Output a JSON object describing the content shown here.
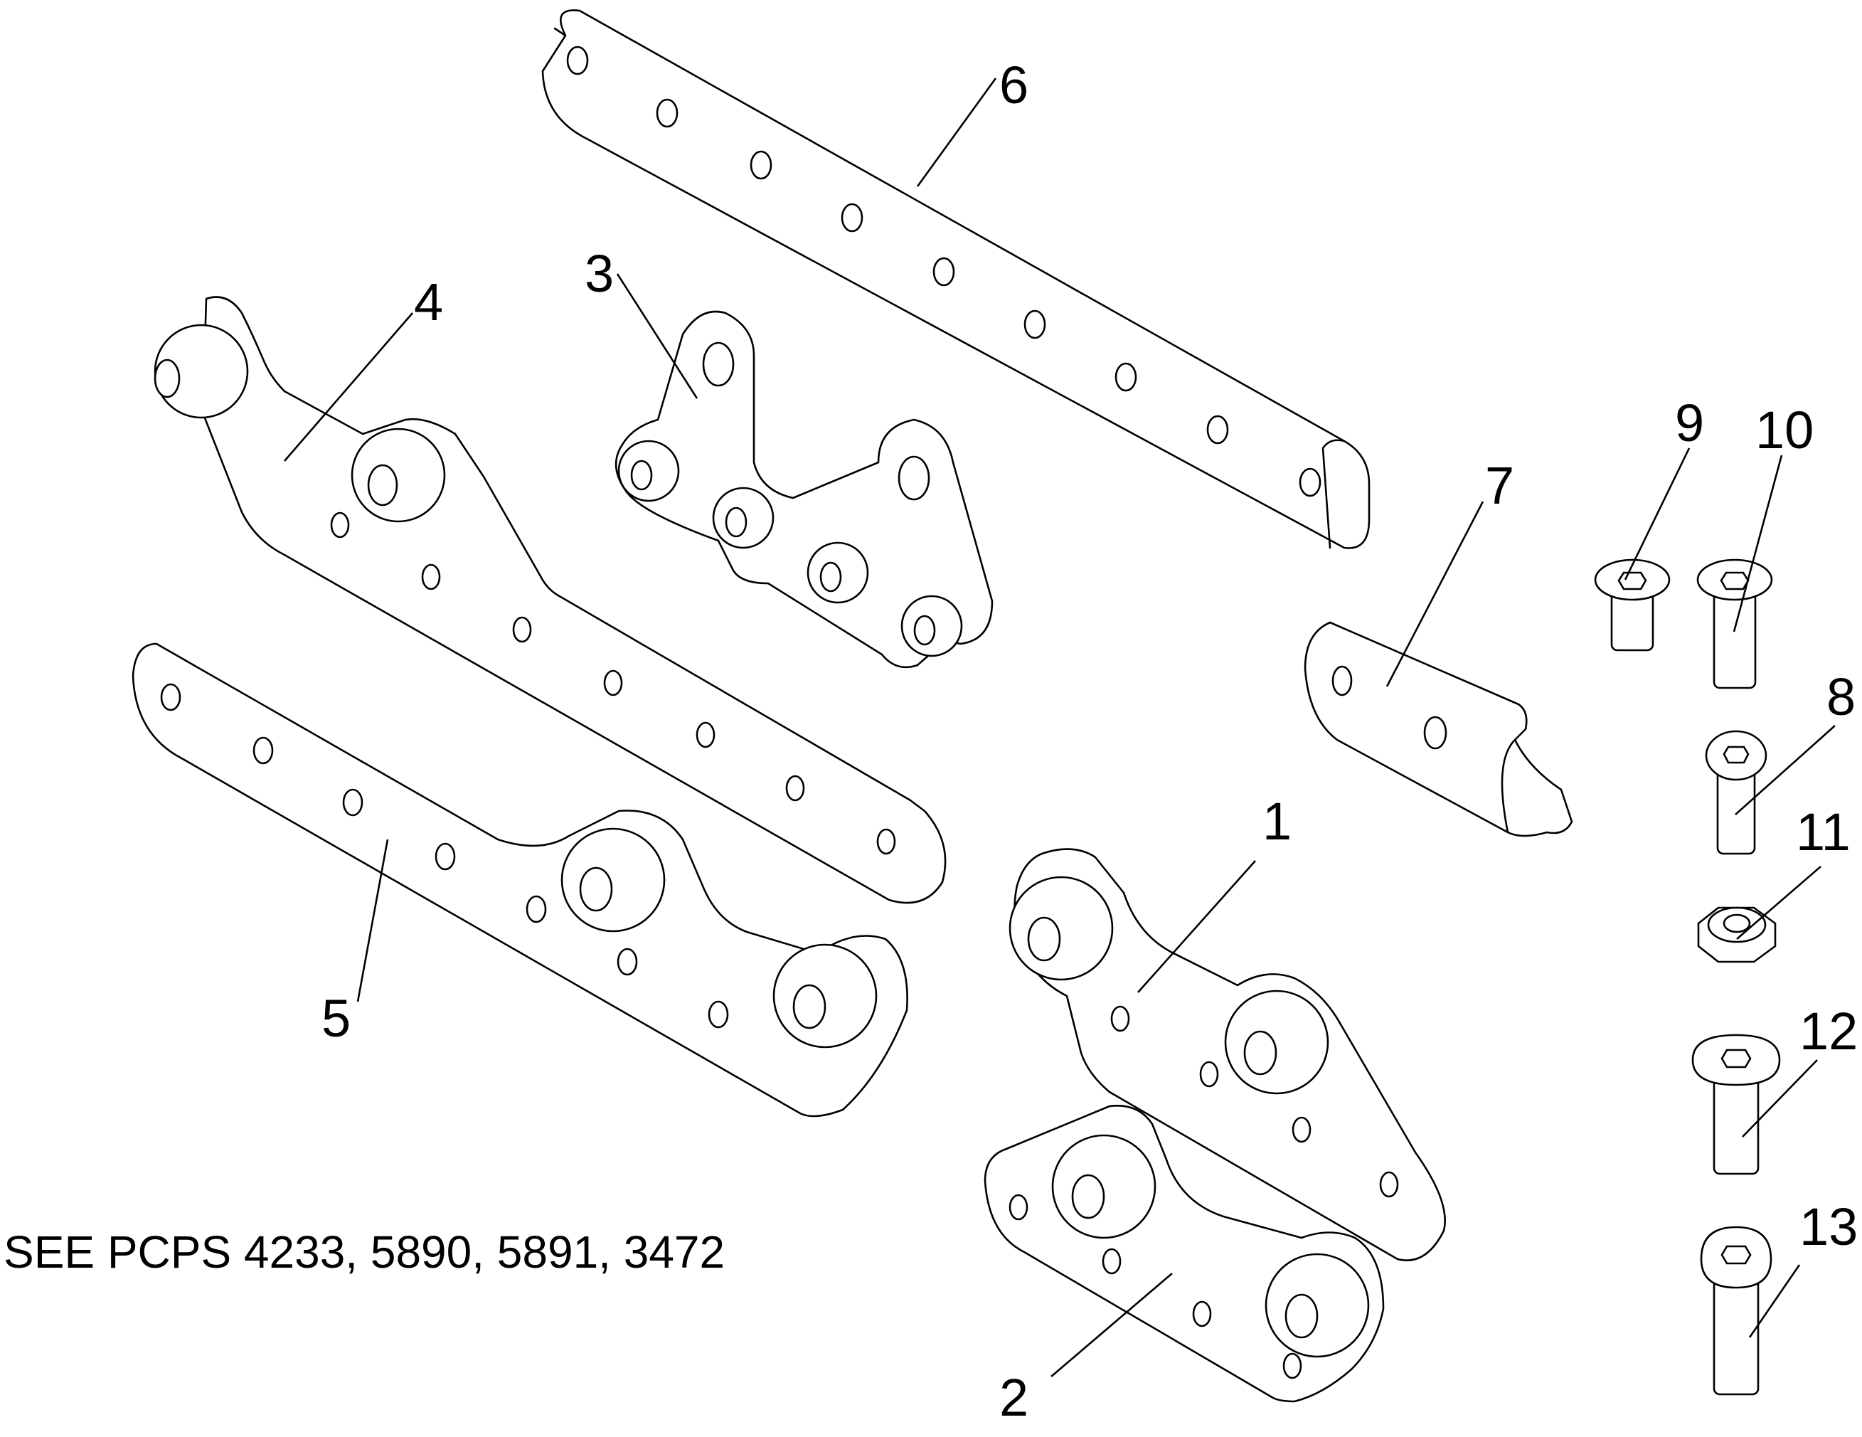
{
  "note": "SEE PCPS 4233, 5890, 5891, 3472",
  "callouts": {
    "c1": "1",
    "c2": "2",
    "c3": "3",
    "c4": "4",
    "c5": "5",
    "c6": "6",
    "c7": "7",
    "c8": "8",
    "c9": "9",
    "c10": "10",
    "c11": "11",
    "c12": "12",
    "c13": "13"
  },
  "colors": {
    "line": "#000000",
    "background": "#ffffff"
  }
}
